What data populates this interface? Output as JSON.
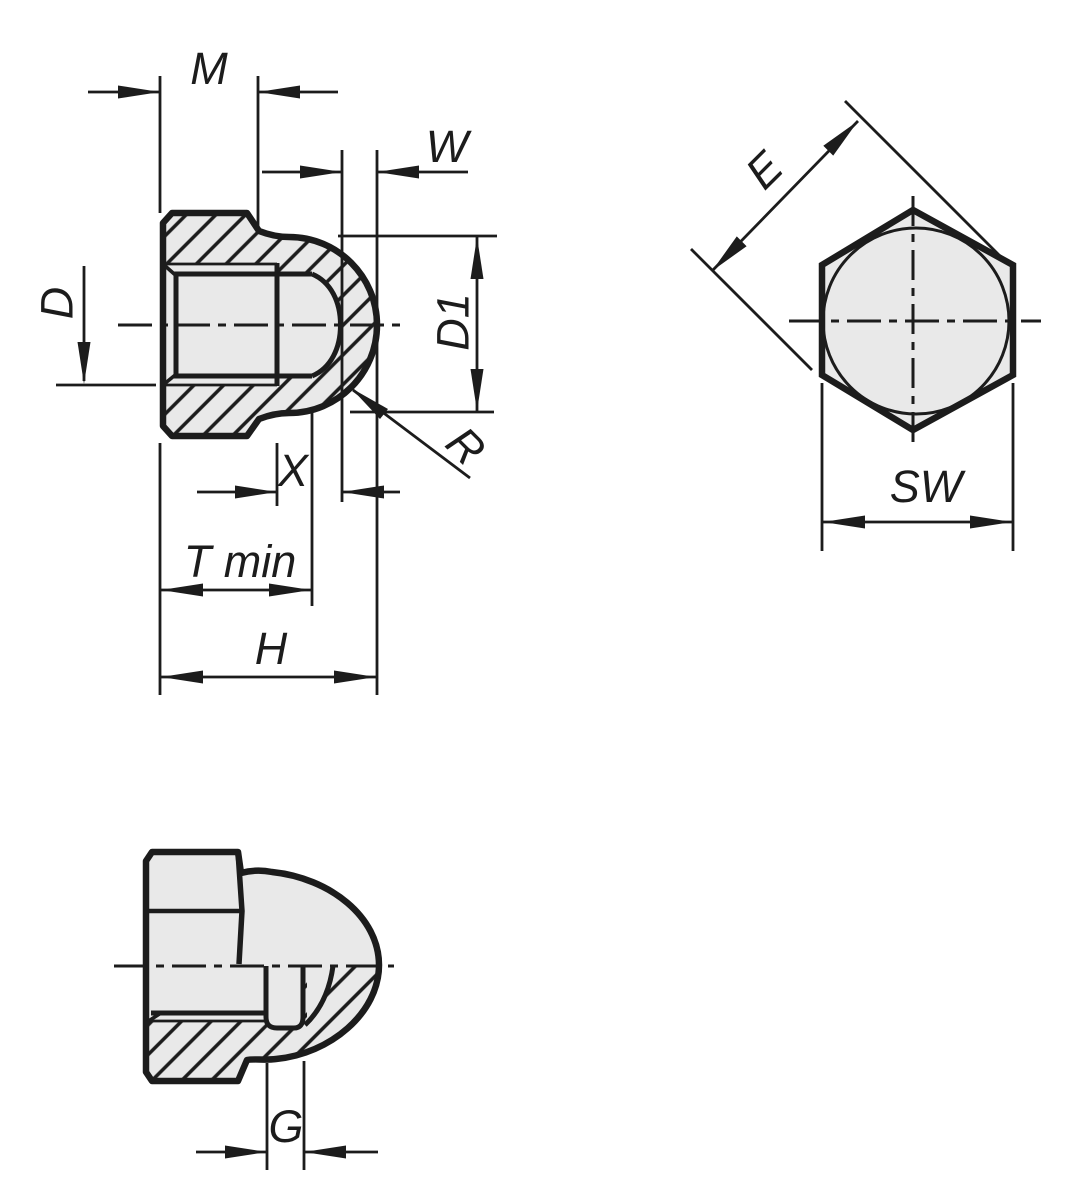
{
  "drawing": {
    "kind": "technical-dimension-drawing",
    "subject": "hexagon-cap-nut",
    "colors": {
      "background": "#ffffff",
      "line": "#1c1c1c",
      "fill": "#e9e9e9"
    },
    "labels": {
      "m": "M",
      "w": "W",
      "d": "D",
      "d1": "D1",
      "r": "R",
      "x": "X",
      "t_min": "T min",
      "h": "H",
      "e": "E",
      "sw": "SW",
      "g": "G"
    }
  }
}
